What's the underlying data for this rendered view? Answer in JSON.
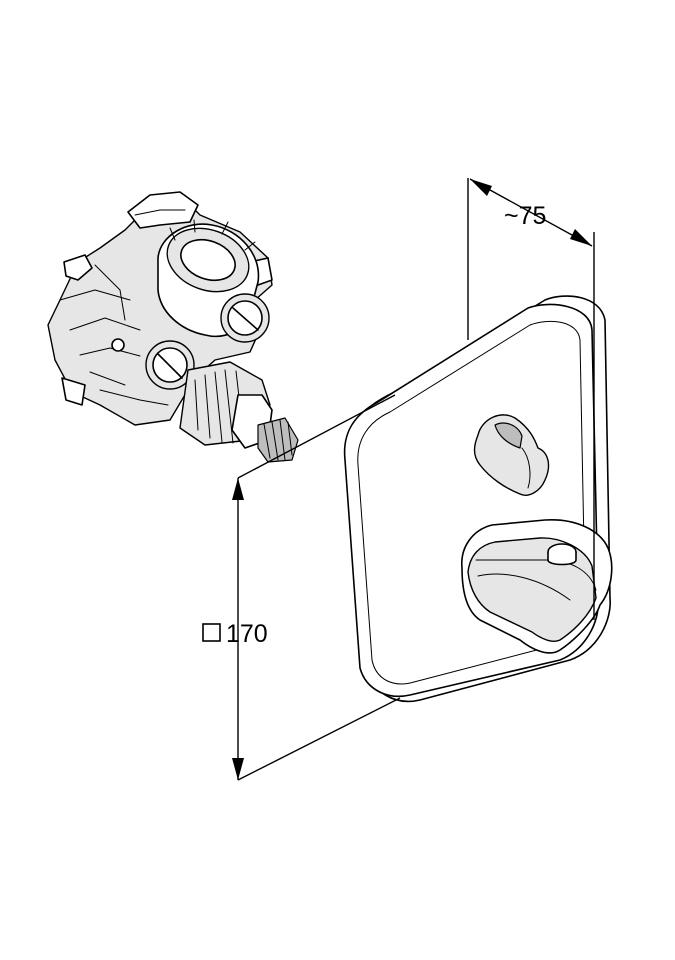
{
  "dimensions": {
    "depth": {
      "label": "~75"
    },
    "plate_size": {
      "symbol": "square",
      "label": "170"
    }
  }
}
